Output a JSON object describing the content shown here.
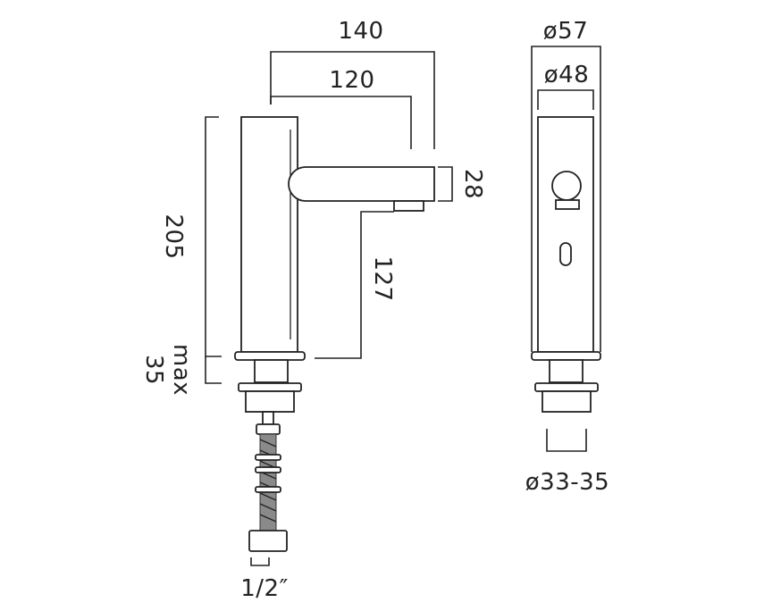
{
  "side_view": {
    "dim_140": "140",
    "dim_120": "120",
    "dim_28": "28",
    "dim_205": "205",
    "dim_127": "127",
    "dim_max_35_line1": "max",
    "dim_max_35_line2": "35",
    "dim_half_inch": "1/2″"
  },
  "front_view": {
    "dim_57": "ø57",
    "dim_48": "ø48",
    "dim_33_35": "ø33-35"
  }
}
